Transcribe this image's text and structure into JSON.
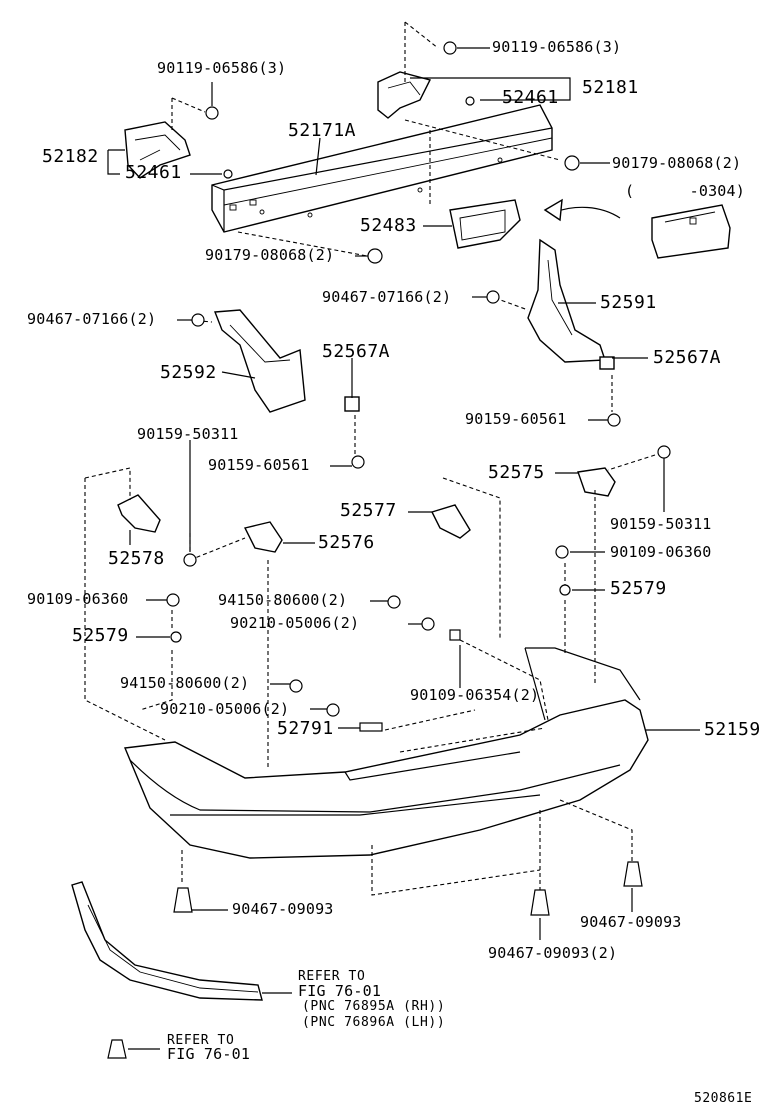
{
  "labels": {
    "bolt_top_right": "90119-06586(3)",
    "bolt_top_left": "90119-06586(3)",
    "bracket_r": "52181",
    "clip_r": "52461",
    "reinforcement": "52171A",
    "bracket_l": "52182",
    "clip_l": "52461",
    "nut_right": "90179-08068(2)",
    "date_range": "(      -0304)",
    "absorber": "52483",
    "nut_left": "90179-08068(2)",
    "screw_mid_r": "90467-07166(2)",
    "mudguard_r": "52591",
    "screw_mid_l": "90467-07166(2)",
    "retainer_l": "52567A",
    "mudguard_l": "52592",
    "retainer_r": "52567A",
    "screw_60561_r": "90159-60561",
    "screw_50311_l": "90159-50311",
    "screw_60561_l": "90159-60561",
    "support_575": "52575",
    "support_577": "52577",
    "screw_50311_r": "90159-50311",
    "support_578": "52578",
    "support_576": "52576",
    "bolt_06360_r": "90109-06360",
    "bolt_06360_l": "90109-06360",
    "clip_80600_a": "94150-80600(2)",
    "nut_579_r": "52579",
    "nut_05006_a": "90210-05006(2)",
    "nut_579_l": "52579",
    "bolt_06354": "90109-06354(2)",
    "clip_80600_b": "94150-80600(2)",
    "nut_05006_b": "90210-05006(2)",
    "pin_791": "52791",
    "bumper_cover": "52159",
    "clip_09093_l": "90467-09093",
    "clip_09093_r": "90467-09093",
    "clip_09093_c": "90467-09093(2)",
    "refer_1a": "REFER TO",
    "refer_1b": "FIG 76-01",
    "pnc_rh": "(PNC 76895A (RH))",
    "pnc_lh": "(PNC 76896A (LH))",
    "refer_2a": "REFER TO",
    "refer_2b": "FIG 76-01",
    "diagram_code": "520861E"
  }
}
